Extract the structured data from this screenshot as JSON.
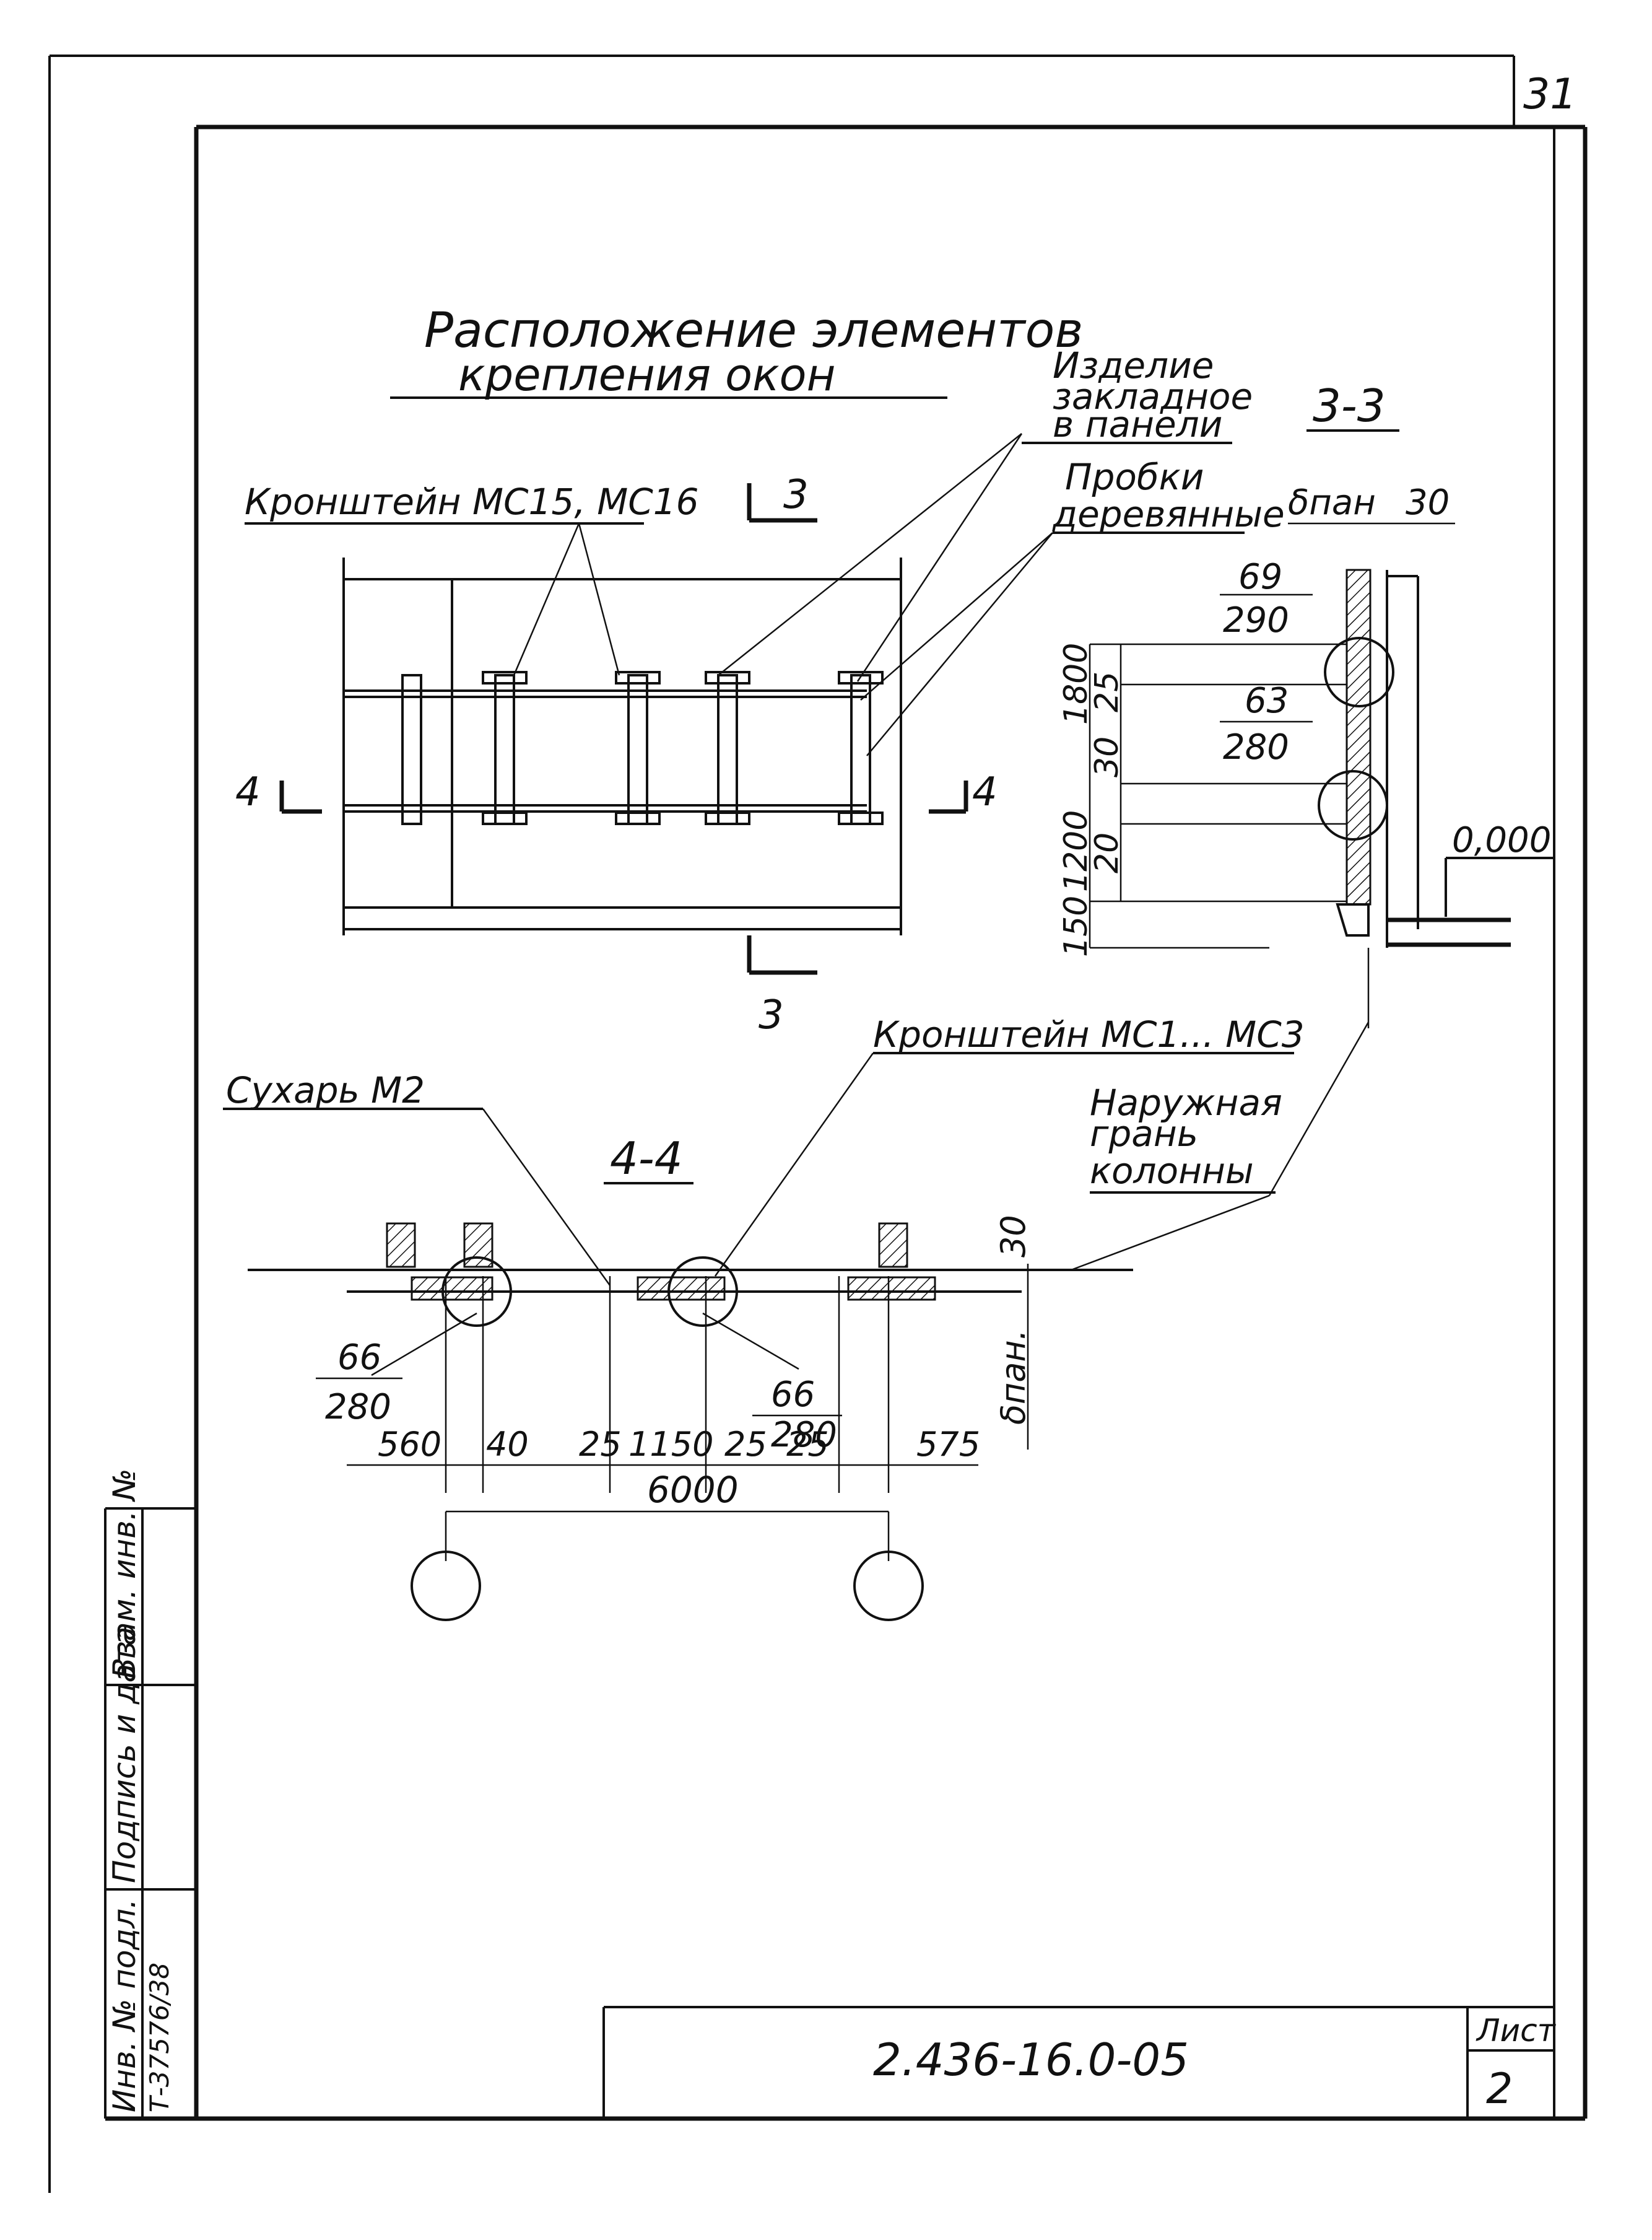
{
  "page_number": "31",
  "title_line1": "Расположение элементов",
  "title_line2": "крепления окон",
  "labels": {
    "bracket_top": "Кронштейн МС15, МС16",
    "embedded_1": "Изделие",
    "embedded_2": "закладное",
    "embedded_3": "в панели",
    "plugs_1": "Пробки",
    "plugs_2": "деревянные",
    "dry_block": "Сухарь М2",
    "bracket_bottom": "Кронштейн МС1... МС3",
    "outer_face_1": "Наружная",
    "outer_face_2": "грань",
    "outer_face_3": "колонны"
  },
  "sections": {
    "s33": "3-3",
    "s44": "4-4",
    "mark3": "3",
    "mark4": "4"
  },
  "dims_33": {
    "dpan": "δпан",
    "d30": "30",
    "node1_top": "69",
    "node1_bot": "290",
    "node2_top": "63",
    "node2_bot": "280",
    "d1800": "1800",
    "d25": "25",
    "d30v": "30",
    "d1200": "1200",
    "d20": "20",
    "d150": "150",
    "level": "0,000"
  },
  "dims_44": {
    "n1_top": "66",
    "n1_bot": "280",
    "n2_top": "66",
    "n2_bot": "280",
    "d560": "560",
    "d40": "40",
    "d25a": "25",
    "d1150": "1150",
    "d25b": "25",
    "d25c": "25",
    "d575": "575",
    "d6000": "6000",
    "d30": "30",
    "dpan": "δпан."
  },
  "stamp": {
    "inv_no": "Инв. № подл.",
    "signature": "Подпись и дата",
    "replace": "Взам. инв. №",
    "inv_value": "Т-37576/38",
    "doc_code": "2.436-16.0-05",
    "sheet_label": "Лист",
    "sheet_no": "2"
  }
}
